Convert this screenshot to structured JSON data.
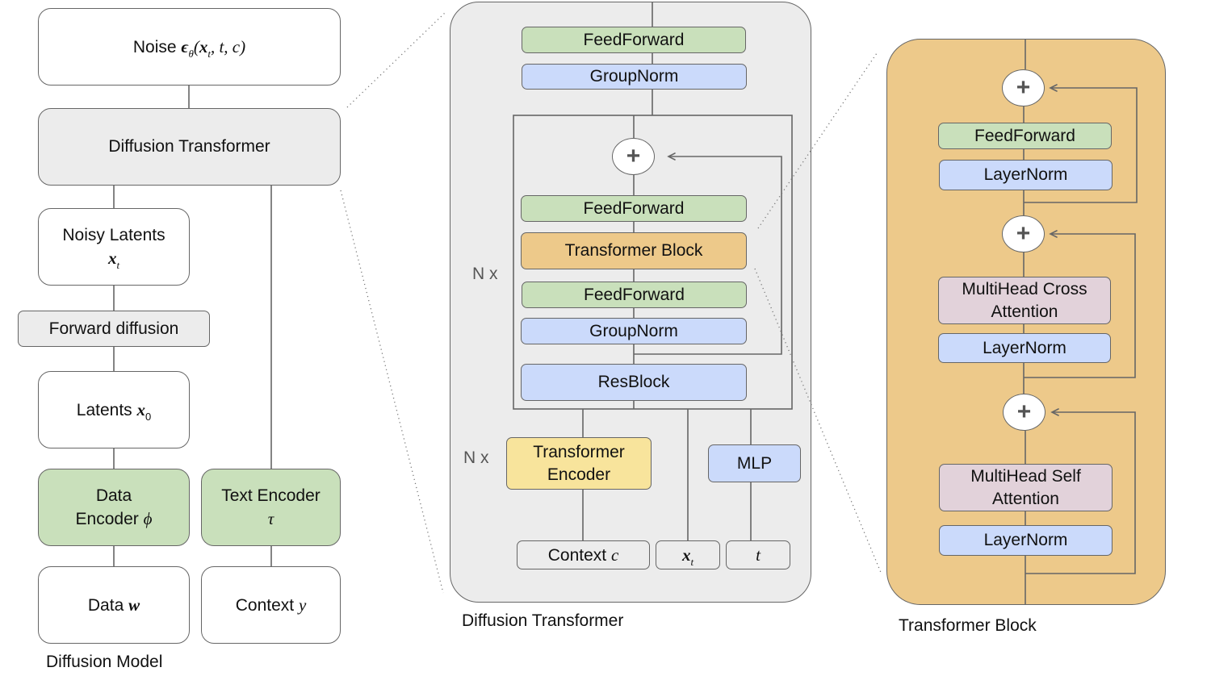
{
  "diffusion_model": {
    "caption": "Diffusion Model",
    "noise": {
      "label": "Noise ",
      "eps": "ϵ",
      "eps_sub": "θ",
      "open": "(",
      "x": "x",
      "x_sub": "t",
      "rest": ", t, c)"
    },
    "diffusion_transformer": "Diffusion Transformer",
    "noisy_latents": {
      "label": "Noisy Latents",
      "x": "x",
      "x_sub": "t"
    },
    "forward_diffusion": "Forward diffusion",
    "latents": {
      "label": "Latents ",
      "x": "x",
      "x_sub": "0"
    },
    "data_encoder": {
      "line1": "Data",
      "line2": "Encoder ",
      "symbol": "ϕ"
    },
    "text_encoder": {
      "line1": "Text Encoder",
      "symbol": "τ"
    },
    "data": {
      "label": "Data ",
      "symbol": "w"
    },
    "context": {
      "label": "Context ",
      "symbol": "y"
    }
  },
  "diffusion_transformer_detail": {
    "caption": "Diffusion Transformer",
    "top_feedforward": "FeedForward",
    "top_groupnorm": "GroupNorm",
    "repeat_label_outer": "N x",
    "plus_symbol": "+",
    "inner_feedforward_1": "FeedForward",
    "transformer_block": "Transformer Block",
    "inner_feedforward_2": "FeedForward",
    "inner_groupnorm": "GroupNorm",
    "resblock": "ResBlock",
    "repeat_label_encoder": "N x",
    "transformer_encoder": {
      "line1": "Transformer",
      "line2": "Encoder"
    },
    "mlp": "MLP",
    "context_input": {
      "label": "Context ",
      "symbol": "c"
    },
    "xt_input": {
      "x": "x",
      "x_sub": "t"
    },
    "t_input": "t"
  },
  "transformer_block_detail": {
    "caption": "Transformer Block",
    "plus_symbol": "+",
    "feedforward": "FeedForward",
    "layernorm_1": "LayerNorm",
    "cross_attention": {
      "line1": "MultiHead Cross",
      "line2": "Attention"
    },
    "layernorm_2": "LayerNorm",
    "self_attention": {
      "line1": "MultiHead Self",
      "line2": "Attention"
    },
    "layernorm_3": "LayerNorm"
  },
  "colors": {
    "green": "#c9e0bb",
    "blue": "#cbdafb",
    "orange": "#edc98a",
    "yellow": "#f8e49c",
    "pink": "#e2d2da",
    "gray": "#ececec",
    "stroke": "#666666"
  }
}
